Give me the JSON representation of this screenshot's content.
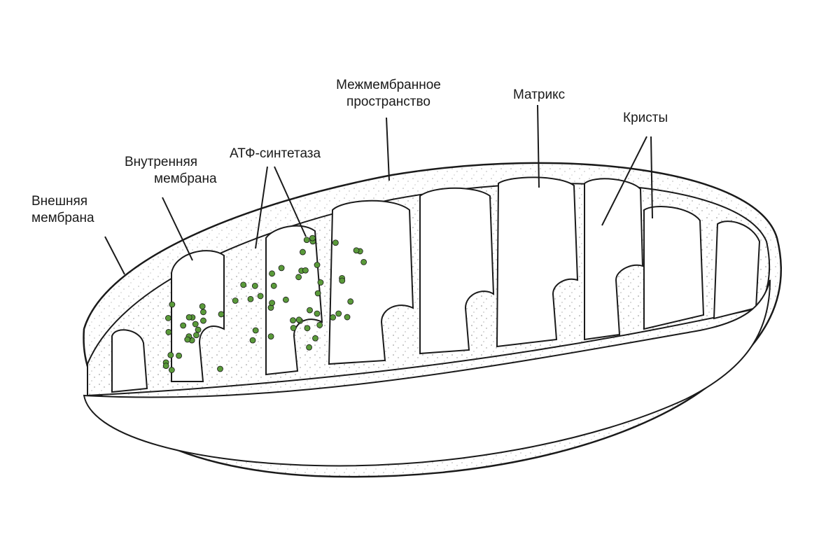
{
  "title": "Mitochondrion structure",
  "labels": {
    "outer_membrane": [
      "Внешняя",
      "мембрана"
    ],
    "inner_membrane": [
      "Внутренняя",
      "мембрана"
    ],
    "atp_synthase": "АТФ-синтетаза",
    "intermembrane_space": [
      "Межмембранное",
      "пространство"
    ],
    "matrix": "Матрикс",
    "cristae": "Кристы"
  },
  "colors": {
    "line": "#1a1a1a",
    "atp_dots": "#5a9a3a",
    "stipple": "#555555"
  }
}
